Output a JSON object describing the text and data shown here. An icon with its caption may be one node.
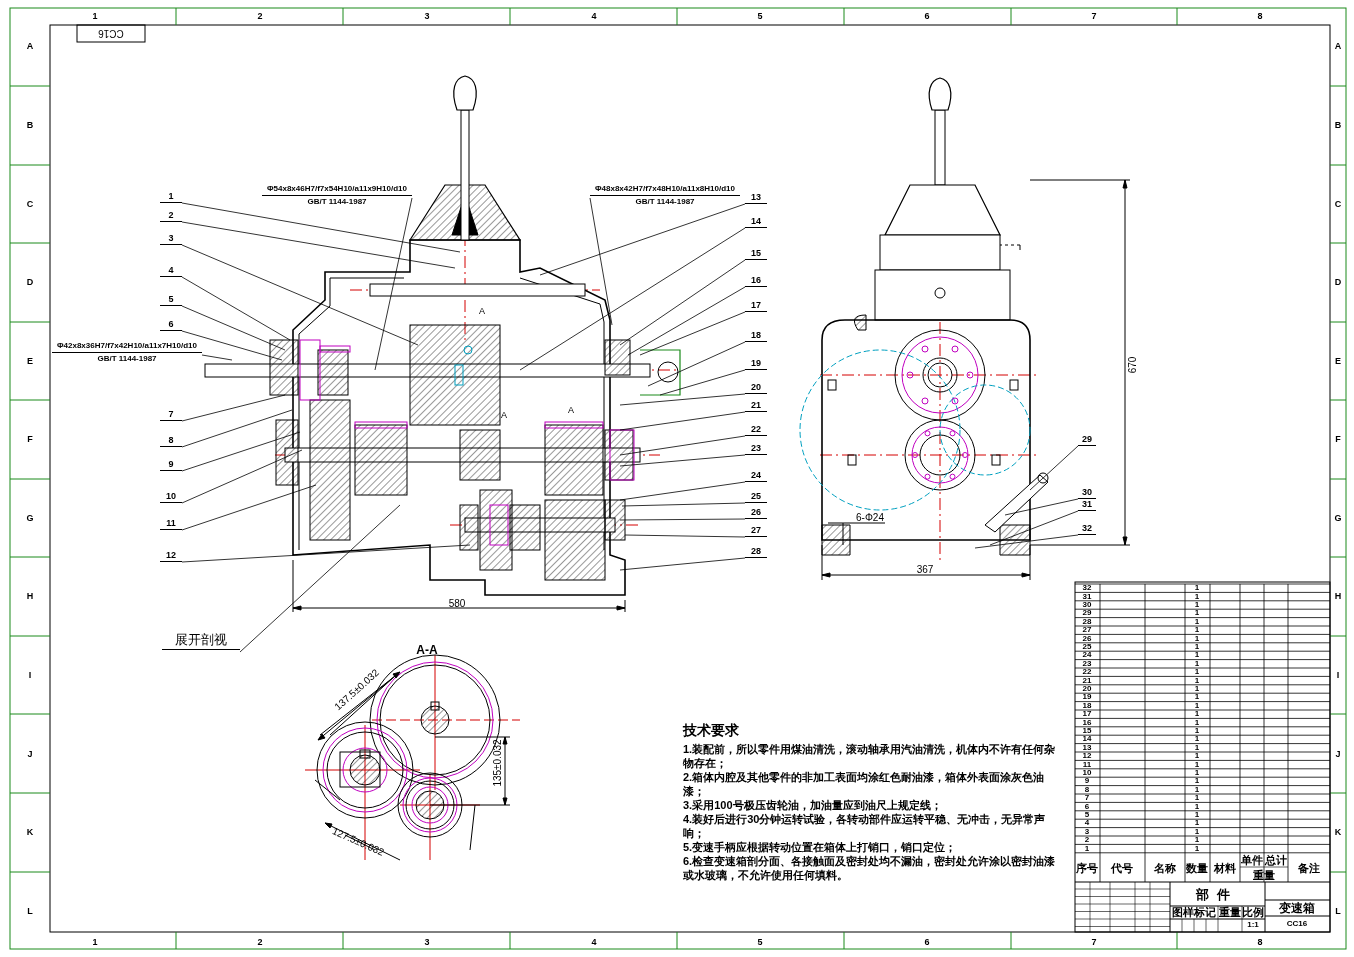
{
  "diagram": {
    "nodes": [
      {
        "text": [
          "1"
        ]
      },
      {
        "text": [
          "2"
        ]
      },
      {
        "text": [
          "3"
        ]
      },
      {
        "text": [
          "4"
        ]
      },
      {
        "text": [
          "5"
        ]
      },
      {
        "text": [
          "6"
        ]
      },
      {
        "text": [
          "7"
        ]
      },
      {
        "text": [
          "8"
        ]
      },
      {
        "text": [
          "9"
        ]
      },
      {
        "text": [
          "10"
        ]
      },
      {
        "text": [
          "11"
        ]
      },
      {
        "text": [
          "12"
        ]
      },
      {
        "text": [
          "13"
        ]
      },
      {
        "text": [
          "14"
        ]
      },
      {
        "text": [
          "15"
        ]
      },
      {
        "text": [
          "16"
        ]
      },
      {
        "text": [
          "17"
        ]
      },
      {
        "text": [
          "18"
        ]
      },
      {
        "text": [
          "19"
        ]
      },
      {
        "text": [
          "20"
        ]
      },
      {
        "text": [
          "21"
        ]
      },
      {
        "text": [
          "22"
        ]
      },
      {
        "text": [
          "23"
        ]
      },
      {
        "text": [
          "24"
        ]
      },
      {
        "text": [
          "25"
        ]
      },
      {
        "text": [
          "26"
        ]
      },
      {
        "text": [
          "27"
        ]
      },
      {
        "text": [
          "28"
        ]
      },
      {
        "text": [
          "29"
        ]
      },
      {
        "text": [
          "30"
        ]
      },
      {
        "text": [
          "31"
        ]
      },
      {
        "text": [
          "32"
        ]
      },
      {
        "text": [
          "Φ54x8x46H7/f7x54H10/a11x9H10/d10",
          "GB/T 1144-1987"
        ]
      },
      {
        "text": [
          "Φ48x8x42H7/f7x48H10/a11x8H10/d10",
          "GB/T 1144-1987"
        ]
      },
      {
        "text": [
          "Φ42x8x36H7/f7x42H10/a11x7H10/d10",
          "GB/T 1144-1987"
        ]
      },
      {
        "text": [
          "展开剖视"
        ]
      }
    ],
    "edges": [
      {
        "from": 0,
        "to": null,
        "arrow": "none"
      },
      {
        "from": 1,
        "to": null,
        "arrow": "none"
      },
      {
        "from": 2,
        "to": null,
        "arrow": "none"
      },
      {
        "from": 3,
        "to": null,
        "arrow": "none"
      },
      {
        "from": 4,
        "to": null,
        "arrow": "none"
      },
      {
        "from": 5,
        "to": null,
        "arrow": "none"
      },
      {
        "from": 6,
        "to": null,
        "arrow": "none"
      },
      {
        "from": 7,
        "to": null,
        "arrow": "none"
      },
      {
        "from": 8,
        "to": null,
        "arrow": "none"
      },
      {
        "from": 9,
        "to": null,
        "arrow": "none"
      },
      {
        "from": 10,
        "to": null,
        "arrow": "none"
      },
      {
        "from": 11,
        "to": null,
        "arrow": "none"
      },
      {
        "from": 12,
        "to": null,
        "arrow": "none"
      },
      {
        "from": 13,
        "to": null,
        "arrow": "none"
      },
      {
        "from": 14,
        "to": null,
        "arrow": "none"
      },
      {
        "from": 15,
        "to": null,
        "arrow": "none"
      },
      {
        "from": 16,
        "to": null,
        "arrow": "none"
      },
      {
        "from": 17,
        "to": null,
        "arrow": "none"
      },
      {
        "from": 18,
        "to": null,
        "arrow": "none"
      },
      {
        "from": 19,
        "to": null,
        "arrow": "none"
      },
      {
        "from": 20,
        "to": null,
        "arrow": "none"
      },
      {
        "from": 21,
        "to": null,
        "arrow": "none"
      },
      {
        "from": 22,
        "to": null,
        "arrow": "none"
      },
      {
        "from": 23,
        "to": null,
        "arrow": "none"
      },
      {
        "from": 24,
        "to": null,
        "arrow": "none"
      },
      {
        "from": 25,
        "to": null,
        "arrow": "none"
      },
      {
        "from": 26,
        "to": null,
        "arrow": "none"
      },
      {
        "from": 27,
        "to": null,
        "arrow": "none"
      },
      {
        "from": 28,
        "to": null,
        "arrow": "none"
      },
      {
        "from": 29,
        "to": null,
        "arrow": "none"
      },
      {
        "from": 30,
        "to": null,
        "arrow": "none"
      },
      {
        "from": 31,
        "to": null,
        "arrow": "none"
      },
      {
        "from": 32,
        "to": null,
        "arrow": "none"
      },
      {
        "from": 33,
        "to": null,
        "arrow": "none"
      },
      {
        "from": 34,
        "to": null,
        "arrow": "none"
      },
      {
        "from": 35,
        "to": null,
        "arrow": "none"
      }
    ],
    "labels": [
      "1",
      "2",
      "3",
      "4",
      "5",
      "6",
      "7",
      "8",
      "CC16",
      "A",
      "B",
      "C",
      "D",
      "E",
      "F",
      "G",
      "H",
      "I",
      "J",
      "K",
      "L",
      "A",
      "B",
      "C",
      "D",
      "E",
      "F",
      "G",
      "H",
      "I",
      "J",
      "K",
      "L",
      "580",
      "670",
      "6-Φ24",
      "367",
      "A-A",
      "137.5±0.032",
      "135±0.032",
      "127.5±0.032",
      "A",
      "A",
      "A",
      "技术要求",
      "1.装配前，所以零件用煤油清洗，滚动轴承用汽油清洗，机体内不许有任何杂物存在；",
      "2.箱体内腔及其他零件的非加工表面均涂红色耐油漆，箱体外表面涂灰色油漆；",
      "3.采用100号极压齿轮油，加油量应到油尺上规定线；",
      "4.装好后进行30分钟运转试验，各转动部件应运转平稳、无冲击，无异常声响；",
      "5.变速手柄应根据转动位置在箱体上打销口，销口定位；",
      "6.检查变速箱剖分面、各接触面及密封处均不漏油，密封处允许涂以密封油漆或水玻璃，不允许使用任何填料。",
      "1",
      "2",
      "3",
      "4",
      "5",
      "6",
      "7",
      "8",
      "32",
      "1",
      "31",
      "1",
      "30",
      "1",
      "29",
      "1",
      "28",
      "1",
      "27",
      "1",
      "26",
      "1",
      "25",
      "1",
      "24",
      "1",
      "23",
      "1",
      "22",
      "1",
      "21",
      "1",
      "20",
      "1",
      "19",
      "1",
      "18",
      "1",
      "17",
      "1",
      "16",
      "1",
      "15",
      "1",
      "14",
      "1",
      "13",
      "1",
      "12",
      "1",
      "11",
      "1",
      "10",
      "1",
      "9",
      "1",
      "8",
      "1",
      "7",
      "1",
      "6",
      "1",
      "5",
      "1",
      "4",
      "1",
      "3",
      "1",
      "2",
      "1",
      "1",
      "1",
      "序号",
      "代号",
      "名称",
      "数量",
      "材料",
      "单件",
      "总计",
      "重量",
      "备注",
      "部件",
      "图样标记",
      "重量",
      "比例",
      "1:1",
      "变速箱",
      "CC16"
    ]
  }
}
